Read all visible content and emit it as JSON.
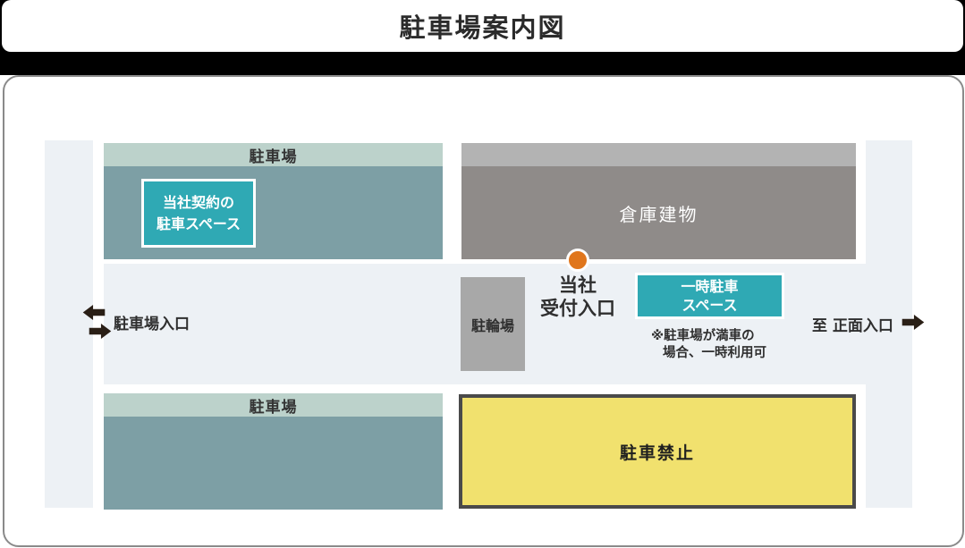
{
  "header": {
    "title": "駐車場案内図"
  },
  "map": {
    "parking_top": {
      "label": "駐車場"
    },
    "contract_space": {
      "line1": "当社契約の",
      "line2": "駐車スペース"
    },
    "warehouse": {
      "label": "倉庫建物"
    },
    "bicycle": {
      "label": "駐輪場"
    },
    "reception": {
      "line1": "当社",
      "line2": "受付入口"
    },
    "temp_parking": {
      "line1": "一時駐車",
      "line2": "スペース"
    },
    "note": {
      "line1": "※駐車場が満車の",
      "line2": "場合、一時利用可"
    },
    "parking_entrance": {
      "label": "駐車場入口"
    },
    "main_entrance": {
      "label": "至 正面入口"
    },
    "parking_bottom": {
      "label": "駐車場"
    },
    "no_parking": {
      "label": "駐車禁止"
    }
  },
  "colors": {
    "accent_teal": "#2fa9b4",
    "parking_header_sage": "#bcd2cb",
    "parking_body_slate": "#7d9fa5",
    "warehouse_band": "#b3b3b3",
    "warehouse_body": "#8f8b89",
    "bicycle_gray": "#a8a8a8",
    "road_light": "#edf1f5",
    "no_parking_yellow": "#f1e16e",
    "no_parking_border": "#4a4a4a",
    "marker_orange": "#e0761c",
    "arrow_dark": "#2a1f16",
    "text_dark": "#2f2f2f",
    "header_band_black": "#000000"
  }
}
